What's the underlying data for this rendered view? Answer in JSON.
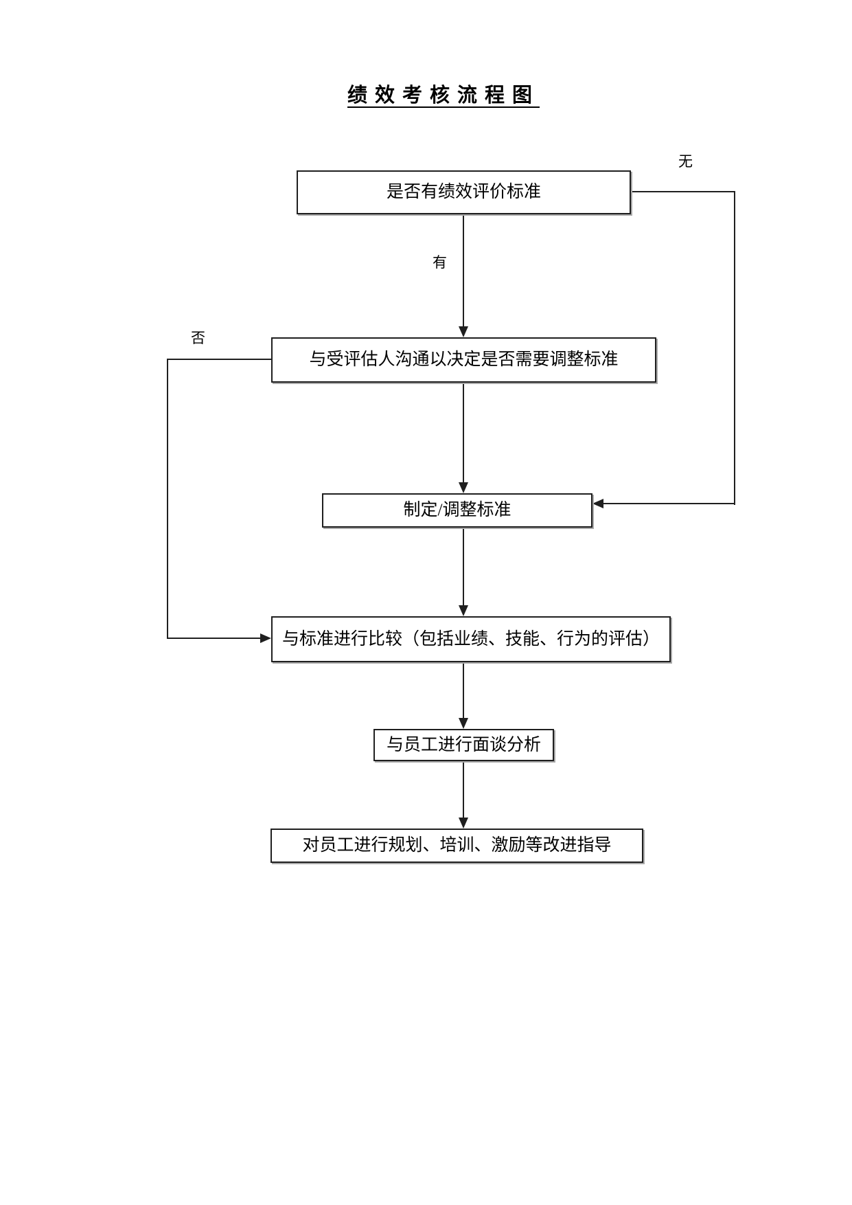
{
  "page": {
    "title": "绩效考核流程图",
    "background": "#ffffff",
    "text_color": "#000000",
    "line_color": "#1f1f1f"
  },
  "flowchart": {
    "nodes": [
      {
        "id": "check-standard",
        "label": "是否有绩效评价标准"
      },
      {
        "id": "communicate-adjust",
        "label": "与受评估人沟通以决定是否需要调整标准"
      },
      {
        "id": "make-adjust-standard",
        "label": "制定/调整标准"
      },
      {
        "id": "compare-standard",
        "label": "与标准进行比较（包括业绩、技能、行为的评估）"
      },
      {
        "id": "interview-analysis",
        "label": "与员工进行面谈分析"
      },
      {
        "id": "improvement-guidance",
        "label": "对员工进行规划、培训、激励等改进指导"
      }
    ],
    "edge_labels": {
      "has": "有",
      "none": "无",
      "no": "否"
    },
    "edges": [
      {
        "from": "check-standard",
        "to": "communicate-adjust",
        "label": "有"
      },
      {
        "from": "check-standard",
        "to": "make-adjust-standard",
        "label": "无"
      },
      {
        "from": "communicate-adjust",
        "to": "make-adjust-standard",
        "label": ""
      },
      {
        "from": "communicate-adjust",
        "to": "compare-standard",
        "label": "否"
      },
      {
        "from": "make-adjust-standard",
        "to": "compare-standard",
        "label": ""
      },
      {
        "from": "compare-standard",
        "to": "interview-analysis",
        "label": ""
      },
      {
        "from": "interview-analysis",
        "to": "improvement-guidance",
        "label": ""
      }
    ]
  }
}
